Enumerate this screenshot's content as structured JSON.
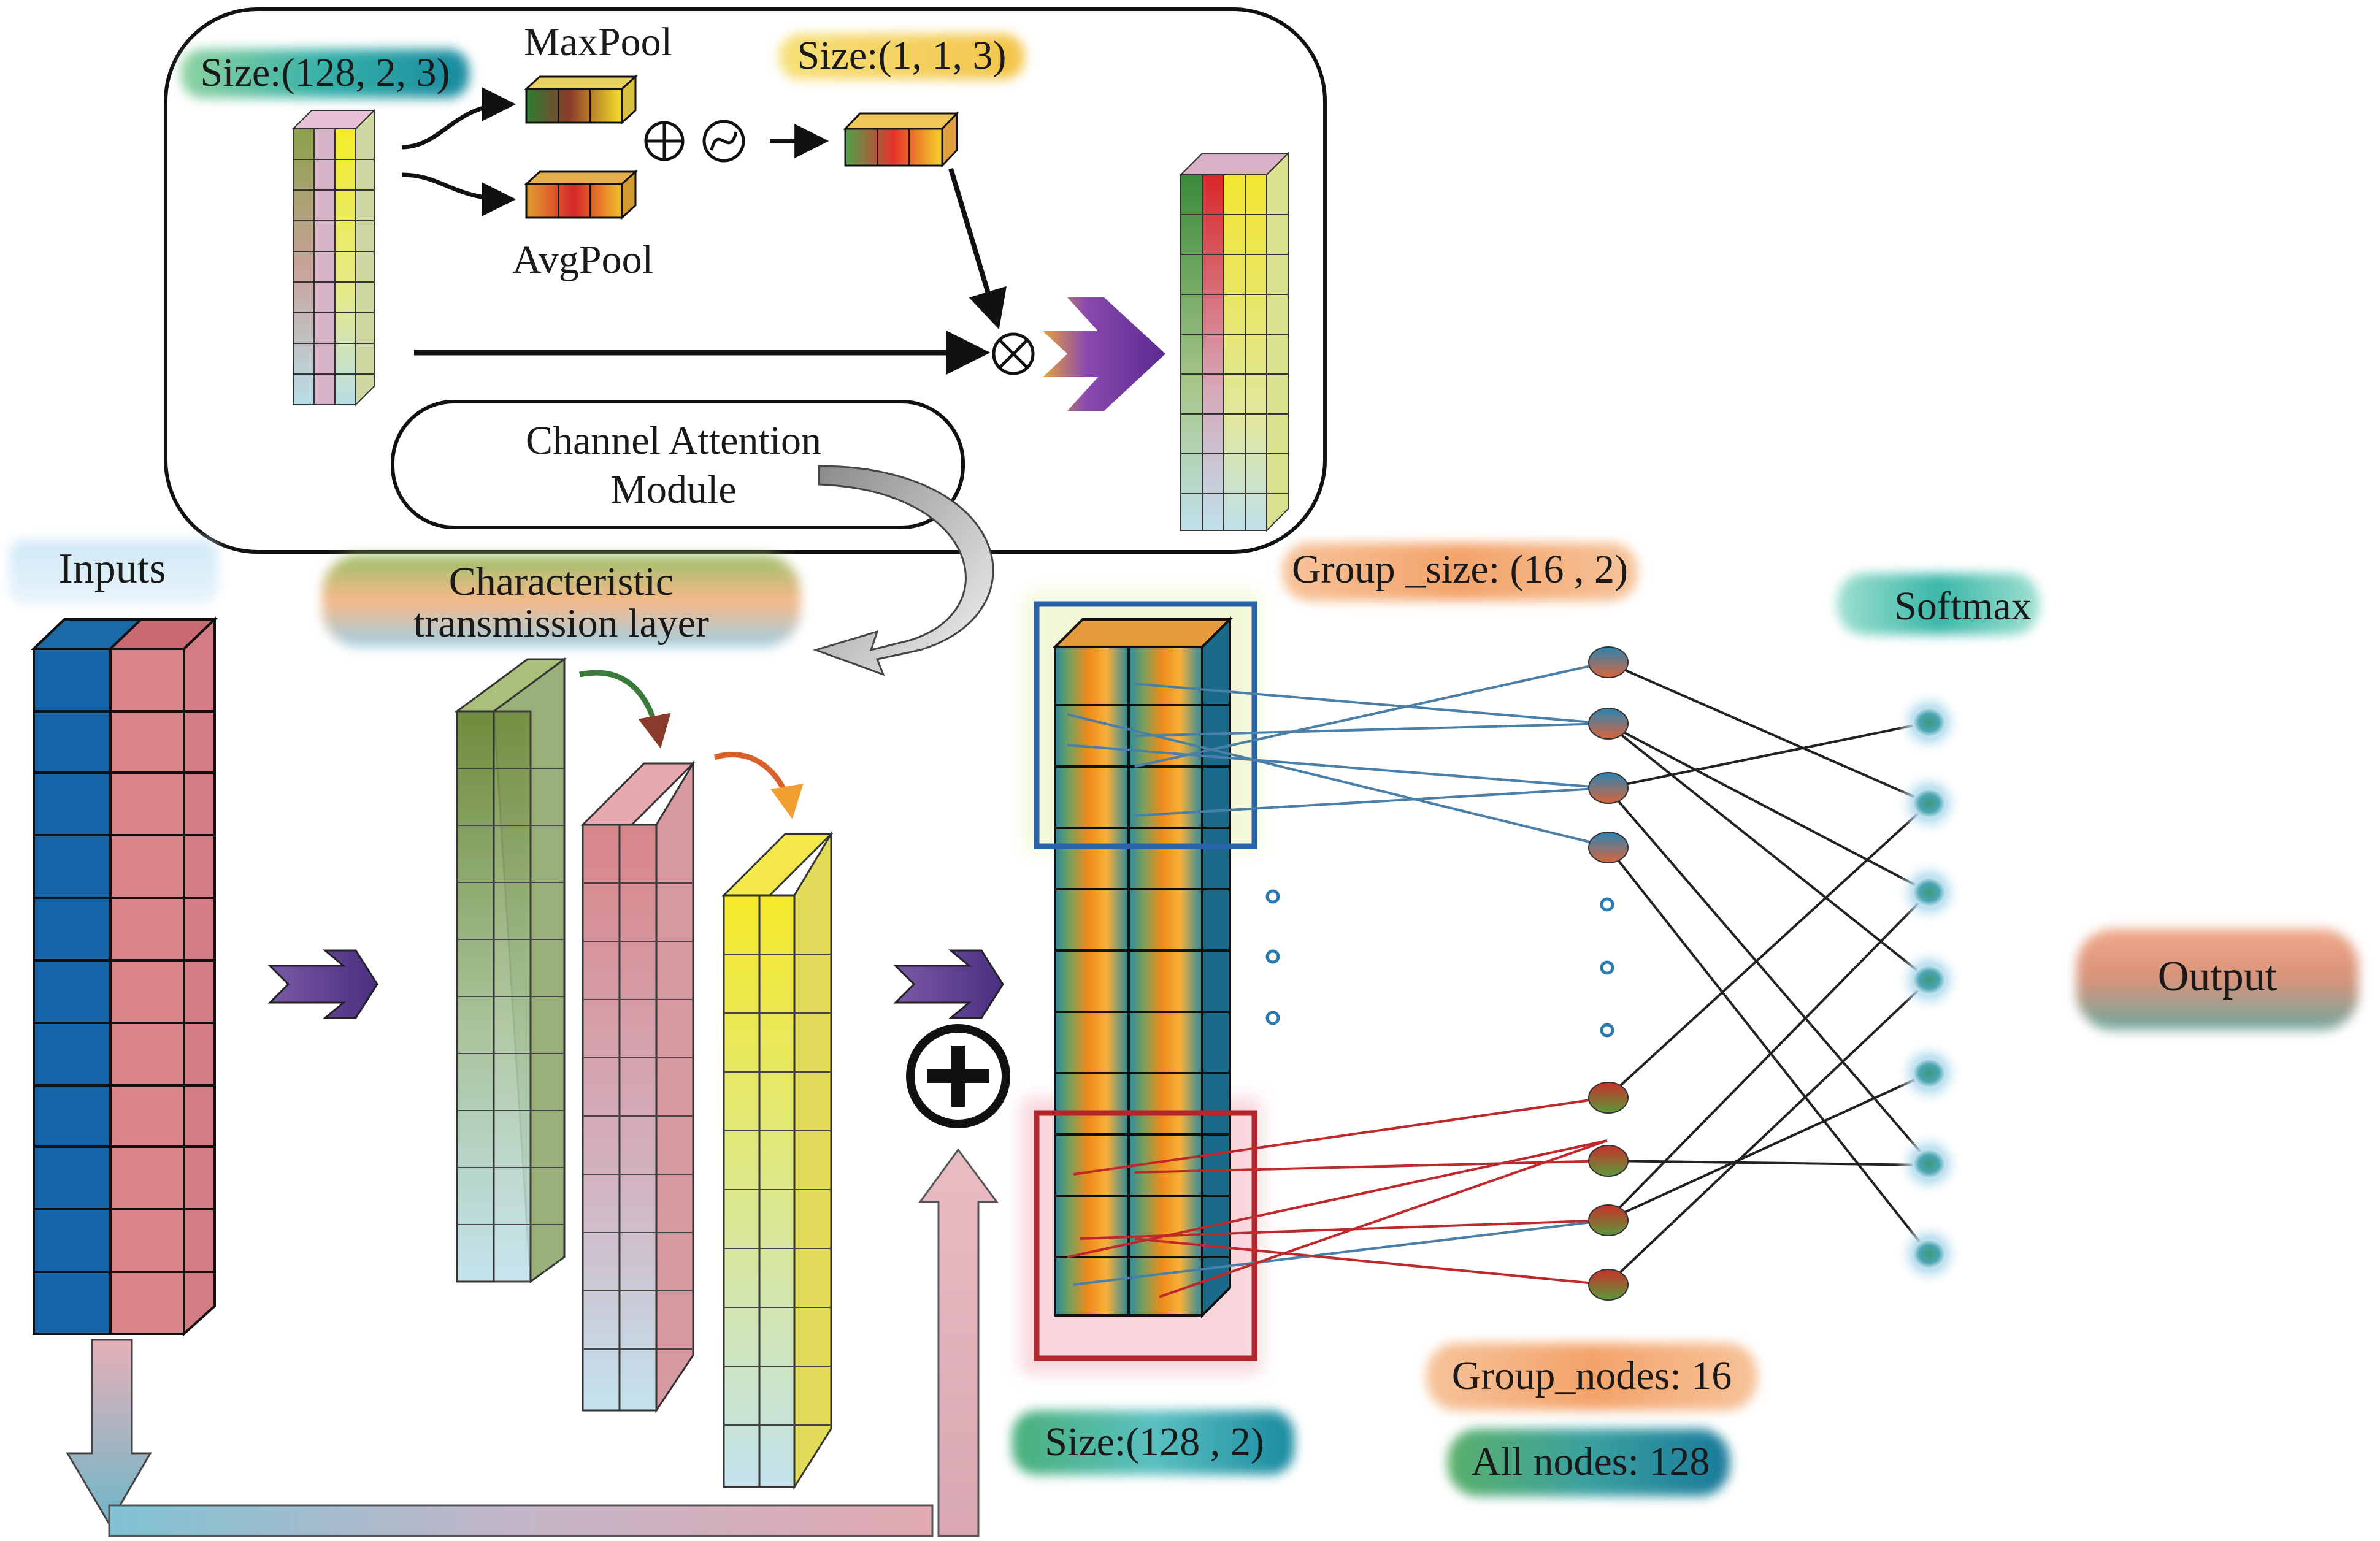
{
  "attention_module": {
    "input_size": "Size:(128, 2, 3)",
    "maxpool": "MaxPool",
    "avgpool": "AvgPool",
    "pooled_size": "Size:(1, 1, 3)",
    "title_line1": "Channel Attention",
    "title_line2": "Module"
  },
  "inputs_label": "Inputs",
  "transmission": {
    "line1": "Characteristic",
    "line2": "transmission layer"
  },
  "group_size": "Group _size: (16 , 2)",
  "feature_size": "Size:(128 , 2)",
  "group_nodes": "Group_nodes: 16",
  "all_nodes": "All nodes: 128",
  "softmax": "Softmax",
  "output": "Output",
  "colors": {
    "blue_block": "#1565a8",
    "pink_block": "#d9858a",
    "green": "#6f8c3c",
    "yellow": "#f7e733",
    "arrow_purple": "#5a3d8c",
    "group_blue": "#2a62a8",
    "group_red": "#b3262a",
    "line_blue": "#4a7fa8",
    "line_red": "#c0282c"
  }
}
